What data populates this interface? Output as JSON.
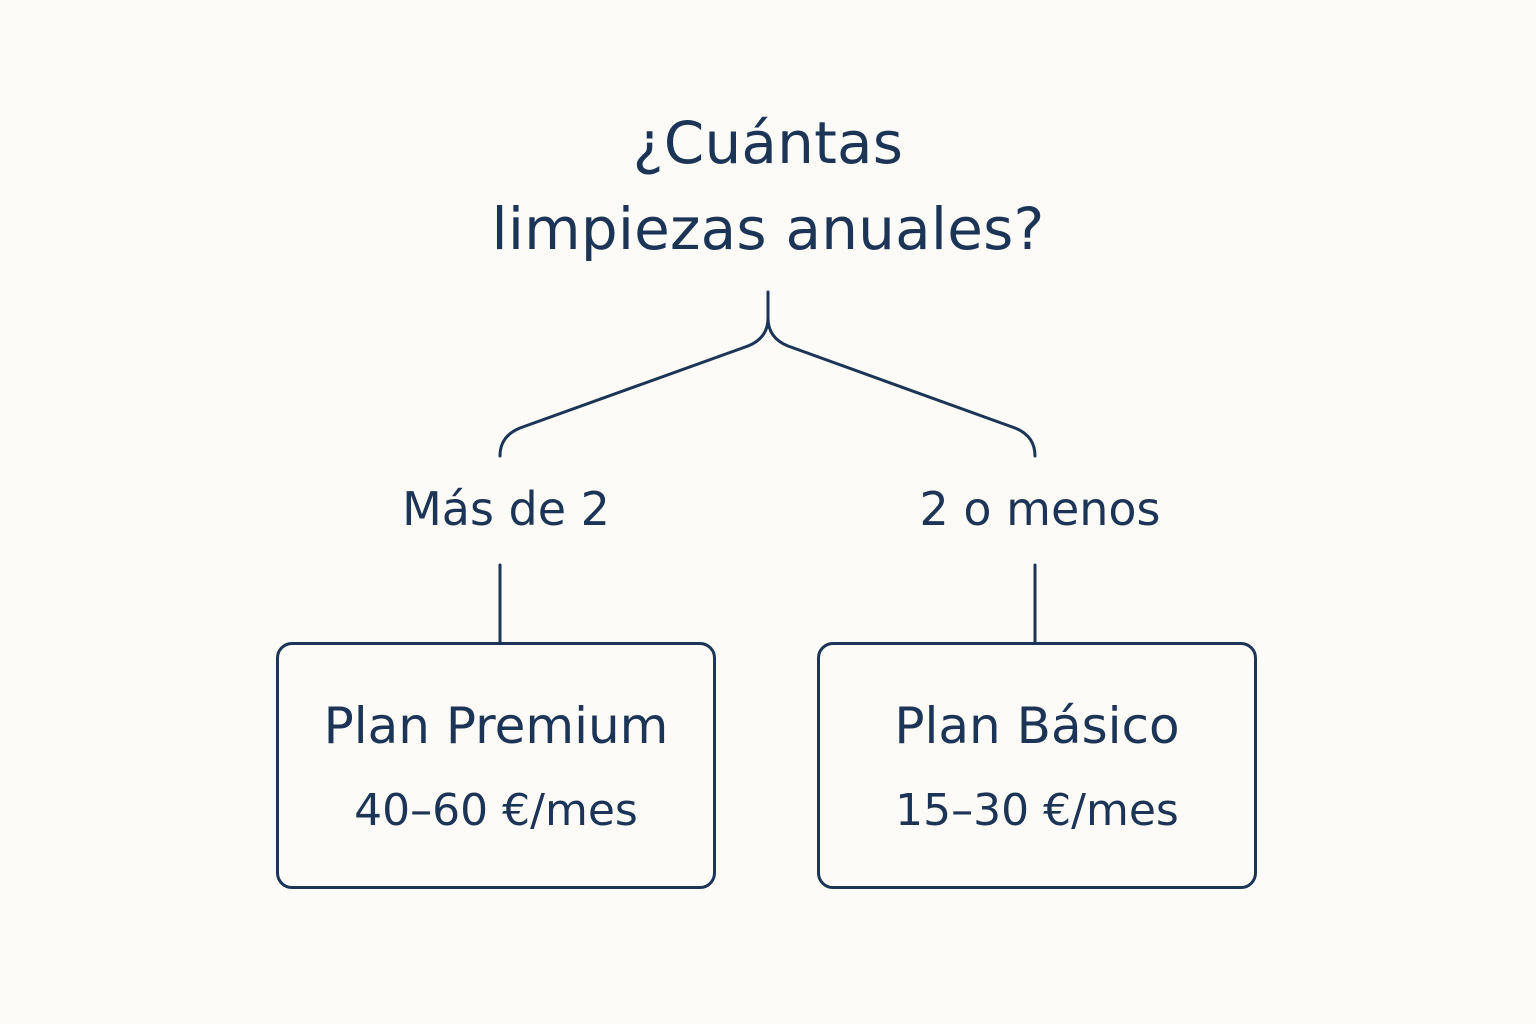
{
  "question": {
    "line1": "¿Cuántas",
    "line2": "limpiezas anuales?"
  },
  "branches": [
    {
      "condition": "Más de 2",
      "plan_name": "Plan Premium",
      "plan_price": "40–60 €/mes"
    },
    {
      "condition": "2 o menos",
      "plan_name": "Plan Básico",
      "plan_price": "15–30 €/mes"
    }
  ],
  "colors": {
    "ink": "#1c3557",
    "background": "#fcfbf7"
  }
}
